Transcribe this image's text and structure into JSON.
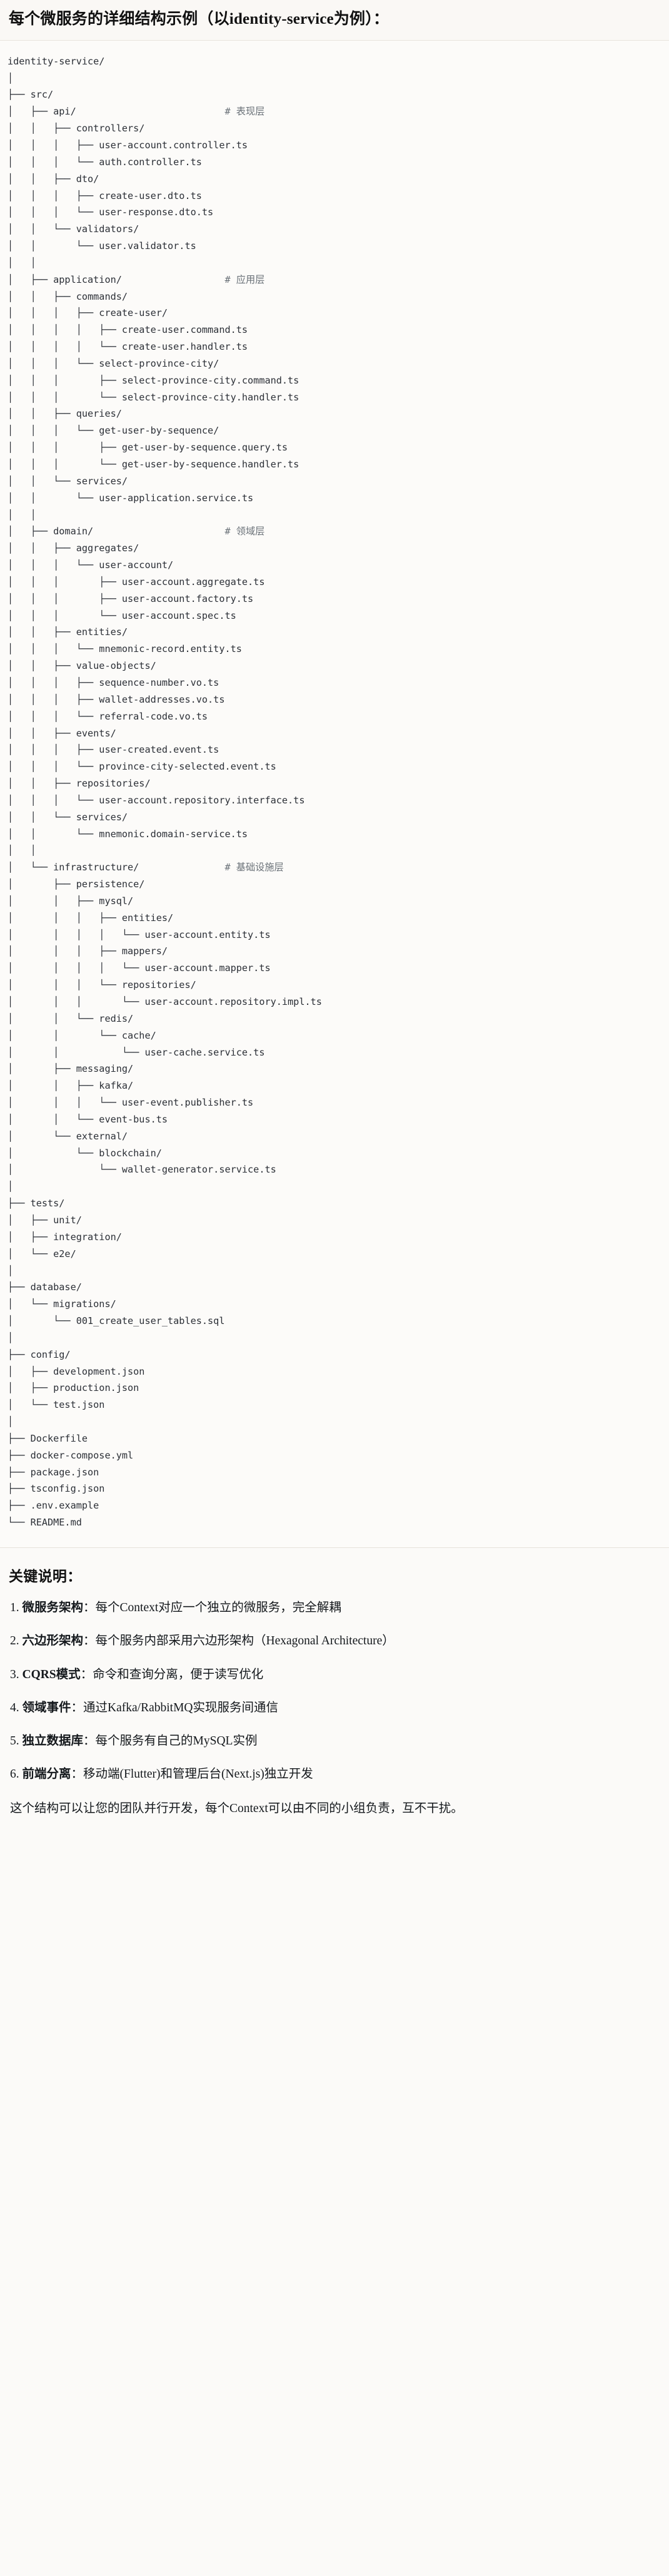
{
  "header": {
    "title": "每个微服务的详细结构示例（以identity-service为例）："
  },
  "tree": {
    "root_label": "identity-service/",
    "comments": {
      "api": "# 表现层",
      "application": "# 应用层",
      "domain": "# 领域层",
      "infrastructure": "# 基础设施层"
    },
    "text": "identity-service/\n│\n├── src/\n│   ├── api/                          # 表现层\n│   │   ├── controllers/\n│   │   │   ├── user-account.controller.ts\n│   │   │   └── auth.controller.ts\n│   │   ├── dto/\n│   │   │   ├── create-user.dto.ts\n│   │   │   └── user-response.dto.ts\n│   │   └── validators/\n│   │       └── user.validator.ts\n│   │\n│   ├── application/                  # 应用层\n│   │   ├── commands/\n│   │   │   ├── create-user/\n│   │   │   │   ├── create-user.command.ts\n│   │   │   │   └── create-user.handler.ts\n│   │   │   └── select-province-city/\n│   │   │       ├── select-province-city.command.ts\n│   │   │       └── select-province-city.handler.ts\n│   │   ├── queries/\n│   │   │   └── get-user-by-sequence/\n│   │   │       ├── get-user-by-sequence.query.ts\n│   │   │       └── get-user-by-sequence.handler.ts\n│   │   └── services/\n│   │       └── user-application.service.ts\n│   │\n│   ├── domain/                       # 领域层\n│   │   ├── aggregates/\n│   │   │   └── user-account/\n│   │   │       ├── user-account.aggregate.ts\n│   │   │       ├── user-account.factory.ts\n│   │   │       └── user-account.spec.ts\n│   │   ├── entities/\n│   │   │   └── mnemonic-record.entity.ts\n│   │   ├── value-objects/\n│   │   │   ├── sequence-number.vo.ts\n│   │   │   ├── wallet-addresses.vo.ts\n│   │   │   └── referral-code.vo.ts\n│   │   ├── events/\n│   │   │   ├── user-created.event.ts\n│   │   │   └── province-city-selected.event.ts\n│   │   ├── repositories/\n│   │   │   └── user-account.repository.interface.ts\n│   │   └── services/\n│   │       └── mnemonic.domain-service.ts\n│   │\n│   └── infrastructure/               # 基础设施层\n│       ├── persistence/\n│       │   ├── mysql/\n│       │   │   ├── entities/\n│       │   │   │   └── user-account.entity.ts\n│       │   │   ├── mappers/\n│       │   │   │   └── user-account.mapper.ts\n│       │   │   └── repositories/\n│       │   │       └── user-account.repository.impl.ts\n│       │   └── redis/\n│       │       └── cache/\n│       │           └── user-cache.service.ts\n│       ├── messaging/\n│       │   ├── kafka/\n│       │   │   └── user-event.publisher.ts\n│       │   └── event-bus.ts\n│       └── external/\n│           └── blockchain/\n│               └── wallet-generator.service.ts\n│\n├── tests/\n│   ├── unit/\n│   ├── integration/\n│   └── e2e/\n│\n├── database/\n│   └── migrations/\n│       └── 001_create_user_tables.sql\n│\n├── config/\n│   ├── development.json\n│   ├── production.json\n│   └── test.json\n│\n├── Dockerfile\n├── docker-compose.yml\n├── package.json\n├── tsconfig.json\n├── .env.example\n└── README.md"
  },
  "notes": {
    "heading": "关键说明：",
    "items": [
      {
        "term": "微服务架构",
        "desc": "：每个Context对应一个独立的微服务，完全解耦"
      },
      {
        "term": "六边形架构",
        "desc": "：每个服务内部采用六边形架构（Hexagonal Architecture）"
      },
      {
        "term": "CQRS模式",
        "desc": "：命令和查询分离，便于读写优化"
      },
      {
        "term": "领域事件",
        "desc": "：通过Kafka/RabbitMQ实现服务间通信"
      },
      {
        "term": "独立数据库",
        "desc": "：每个服务有自己的MySQL实例"
      },
      {
        "term": "前端分离",
        "desc": "：移动端(Flutter)和管理后台(Next.js)独立开发"
      }
    ],
    "closing": "这个结构可以让您的团队并行开发，每个Context可以由不同的小组负责，互不干扰。"
  }
}
